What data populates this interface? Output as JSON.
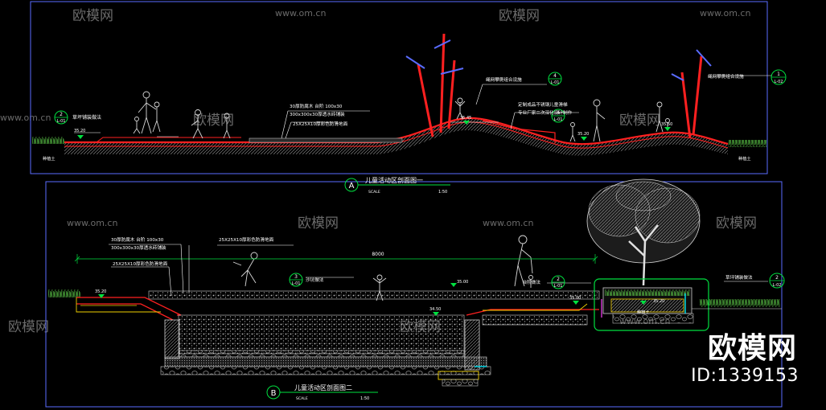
{
  "watermark": {
    "site": "www.om.cn",
    "brand": "欧模网",
    "id": "ID:1339153"
  },
  "section_a": {
    "marker": "A",
    "title": "儿童活动区剖面图一",
    "scale_label": "SCALE",
    "scale": "1:50",
    "labels": {
      "left_callout_num": "2",
      "left_callout_den": "L-01",
      "left_callout_text": "草坪铺装做法",
      "left_level": "35.20",
      "soil_left": "种植土",
      "surface_note1": "30厚防腐木 台阶 100x30",
      "surface_note2": "300x300x30厚透水砖铺装",
      "surface_note3": "25X25X10厚彩色防滑地面",
      "top_level": "35.45",
      "rope_note": "绳网攀爬组合设施",
      "right_note1": "定制成品不锈钢儿童滑梯",
      "right_note2": "专业厂家二次深化设计制作",
      "mid_level": "35.20",
      "right_level": "35.50",
      "soil_right": "种植土",
      "right_callout_num": "4",
      "right_callout_den": "L-01",
      "far_right_note": "绳网攀爬组合设施",
      "far_right_callout_num": "1",
      "far_right_callout_den": "L-02"
    }
  },
  "section_b": {
    "marker": "B",
    "title": "儿童活动区剖面图二",
    "scale_label": "SCALE",
    "scale": "1:50",
    "labels": {
      "note1": "30厚防腐木 台阶 100x30",
      "note2": "300x300x30厚透水砖铺装",
      "note3": "25X25X10厚彩色防滑地面",
      "note_top": "25X25X10厚彩色防滑地面",
      "dim_text": "8000",
      "left_level": "35.20",
      "callout_num": "3",
      "callout_den": "L-01",
      "callout_text": "沙坑做法",
      "center_level": "35.00",
      "pit_level": "34.50",
      "right_mid_level": "35.00",
      "right_level": "35.20",
      "step_callout_num": "2",
      "step_callout_den": "L-01",
      "step_callout_text": "台阶做法",
      "soil": "种植土",
      "right_note": "草坪铺装做法",
      "right_callout_num": "2",
      "right_callout_den": "L-02"
    }
  },
  "colors": {
    "background": "#000000",
    "frame": "#5a6cff",
    "profile": "#ff2020",
    "annotation": "#ffffff",
    "callout": "#00e040",
    "gravel": "#cfcfcf",
    "yellow": "#f0d000",
    "cyan": "#00d8e8",
    "tree": "#e0e0e0"
  }
}
